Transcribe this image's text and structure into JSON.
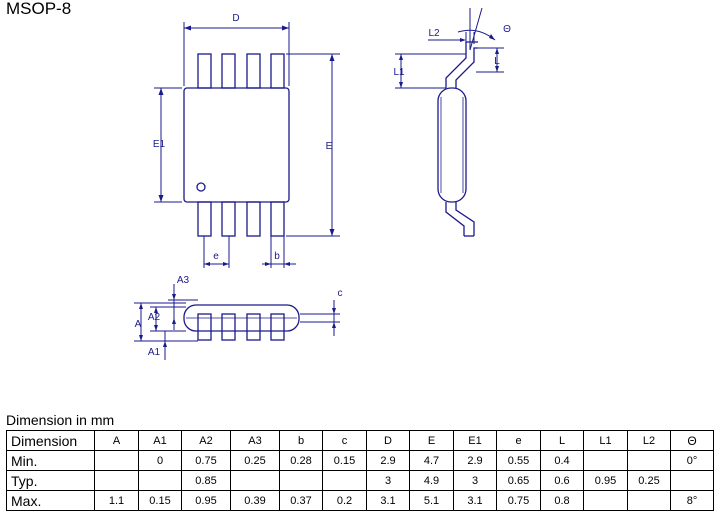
{
  "package_title": "MSOP-8",
  "table_caption": "Dimension in mm",
  "drawing_labels": {
    "D": "D",
    "E": "E",
    "E1": "E1",
    "e": "e",
    "b": "b",
    "L1": "L1",
    "L2": "L2",
    "L": "L",
    "theta": "Θ",
    "A": "A",
    "A1": "A1",
    "A2": "A2",
    "A3": "A3",
    "c": "c"
  },
  "table": {
    "headers": [
      "Dimension",
      "A",
      "A1",
      "A2",
      "A3",
      "b",
      "c",
      "D",
      "E",
      "E1",
      "e",
      "L",
      "L1",
      "L2",
      "Θ"
    ],
    "rows": [
      [
        "Min.",
        "",
        "0",
        "0.75",
        "0.25",
        "0.28",
        "0.15",
        "2.9",
        "4.7",
        "2.9",
        "0.55",
        "0.4",
        "",
        "",
        "0°"
      ],
      [
        "Typ.",
        "",
        "",
        "0.85",
        "",
        "",
        "",
        "3",
        "4.9",
        "3",
        "0.65",
        "0.6",
        "0.95",
        "0.25",
        ""
      ],
      [
        "Max.",
        "1.1",
        "0.15",
        "0.95",
        "0.39",
        "0.37",
        "0.2",
        "3.1",
        "5.1",
        "3.1",
        "0.75",
        "0.8",
        "",
        "",
        "8°"
      ]
    ]
  },
  "colors": {
    "dimension": "#1a1a8c",
    "outline": "#1a1a8c",
    "text": "#000000"
  }
}
